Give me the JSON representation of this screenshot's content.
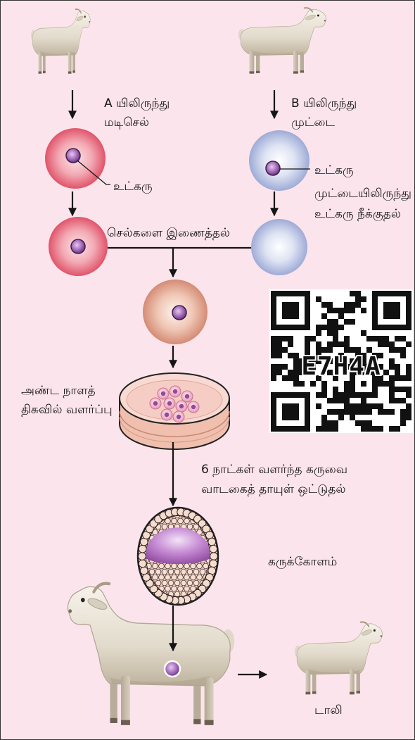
{
  "diagram": {
    "source_a": {
      "line1": "A யிலிருந்து",
      "line2": "மடிசெல்"
    },
    "source_b": {
      "line1": "B யிலிருந்து",
      "line2": "முட்டை"
    },
    "nucleus_label_left": "உட்கரு",
    "nucleus_label_right": "உட்கரு",
    "enucleation": {
      "line1": "முட்டையிலிருந்து",
      "line2": "உட்கரு நீக்குதல்"
    },
    "fusion": "செல்களை இணைத்தல்",
    "culture": {
      "line1": "அண்ட நாளத்",
      "line2": "திசுவில் வளர்ப்பு"
    },
    "implantation": {
      "line1": "6 நாட்கள் வளர்ந்த கருவை",
      "line2": "வாடகைத் தாயுள் ஒட்டுதல்"
    },
    "blastocyst": "கருக்கோளம்",
    "clone_name": "டாலி"
  },
  "qr_code": {
    "label": "E7H4A"
  },
  "theme": {
    "background": "#fce4ec",
    "border": "#333333"
  }
}
